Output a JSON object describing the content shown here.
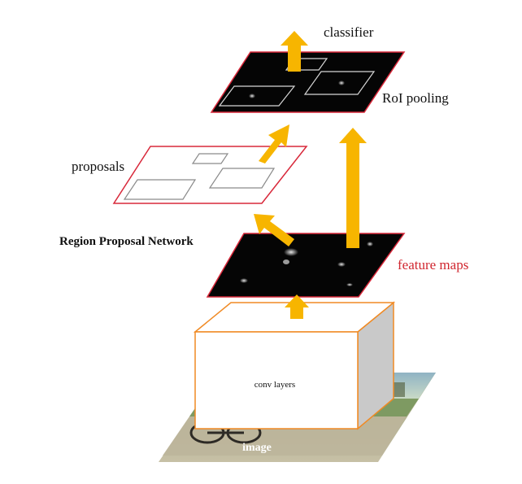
{
  "labels": {
    "classifier": "classifier",
    "roi_pooling": "RoI pooling",
    "proposals": "proposals",
    "region_proposal_network": "Region Proposal Network",
    "feature_maps": "feature maps",
    "conv_layers": "conv layers",
    "image": "image"
  },
  "colors": {
    "arrow": "#f7b500",
    "red_outline": "#d8283a",
    "orange_outline": "#f08a24",
    "feature_map_fill": "#050505",
    "cube_side": "#c9c9c9",
    "label_red": "#d0262f"
  },
  "icons": {
    "flow_arrows": "arrow-up-icon"
  }
}
